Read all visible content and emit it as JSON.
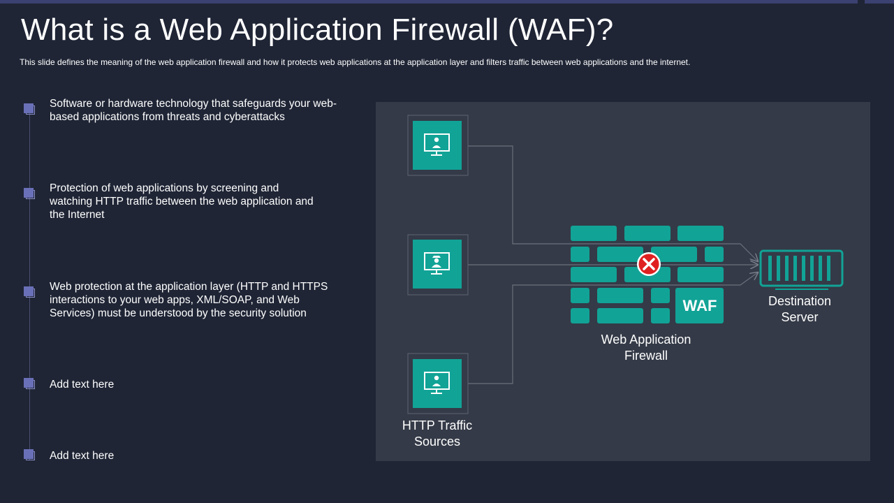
{
  "title": "What is a Web Application Firewall (WAF)?",
  "subtitle": "This slide defines the meaning of the web application firewall and how it protects web applications at the application layer and filters traffic between web applications and the internet.",
  "items": [
    {
      "text": "Software or hardware technology that safeguards your web-based applications from threats and cyberattacks"
    },
    {
      "text": "Protection of web applications by screening and watching HTTP traffic between the web application and the Internet"
    },
    {
      "text": "Web protection at the application layer (HTTP and HTTPS interactions to your web apps, XML/SOAP, and Web Services) must be understood by the security solution"
    },
    {
      "text": "Add text here"
    },
    {
      "text": "Add text here"
    }
  ],
  "diagram": {
    "sources_label": "HTTP Traffic Sources",
    "waf_badge": "WAF",
    "firewall_label": "Web Application Firewall",
    "server_label": "Destination Server",
    "sources": [
      {
        "icon": "monitor-user-icon"
      },
      {
        "icon": "monitor-hacker-icon"
      },
      {
        "icon": "monitor-user-icon"
      }
    ]
  },
  "colors": {
    "background": "#1f2535",
    "panel": "#343a47",
    "teal": "#11a396",
    "bullet": "#6a70b8",
    "block_x": "#e02020"
  }
}
